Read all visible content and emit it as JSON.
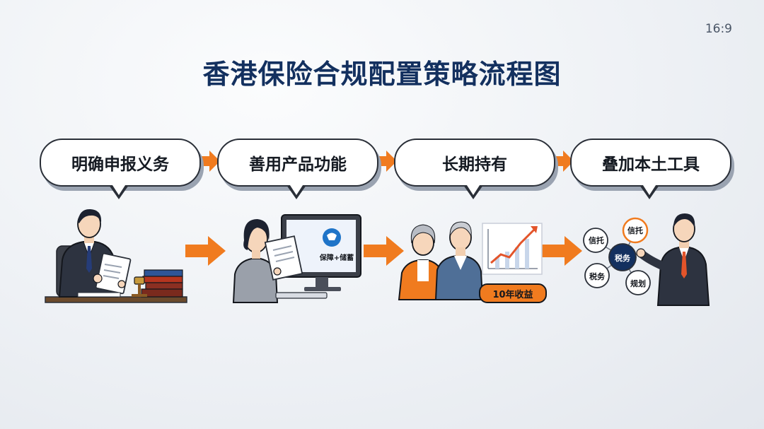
{
  "aspect_label": "16:9",
  "title": "香港保险合规配置策略流程图",
  "steps": [
    {
      "label": "明确申报义务"
    },
    {
      "label": "善用产品功能"
    },
    {
      "label": "长期持有"
    },
    {
      "label": "叠加本土工具"
    }
  ],
  "scene2": {
    "screen_text": "保障+储蓄"
  },
  "scene3": {
    "badge": "10年收益"
  },
  "scene4": {
    "nodes": [
      "信托",
      "信托",
      "税务",
      "税务",
      "规划"
    ]
  },
  "colors": {
    "title": "#13305f",
    "accent": "#f07b1f",
    "suit": "#2d3340",
    "badge": "#f07b1f"
  }
}
